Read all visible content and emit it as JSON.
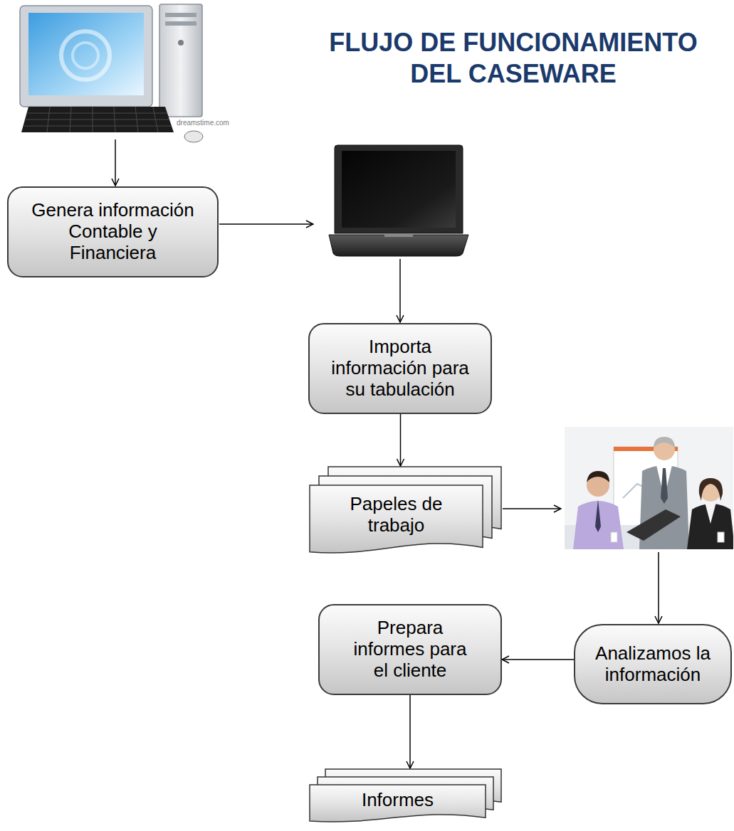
{
  "diagram": {
    "title": "FLUJO DE FUNCIONAMIENTO DEL CASEWARE",
    "nodes": [
      {
        "text": [
          "Genera información Contable y Financiera"
        ]
      },
      {
        "text": [
          "Importa información para su tabulación"
        ]
      },
      {
        "text": [
          "Papeles de trabajo"
        ]
      },
      {
        "text": [
          "Analizamos la información"
        ]
      },
      {
        "text": [
          "Prepara informes para el cliente"
        ]
      },
      {
        "text": [
          "Informes"
        ]
      }
    ],
    "edges": [
      {
        "from": 1,
        "to": 2,
        "arrow": "to"
      },
      {
        "from": 3,
        "to": 4,
        "arrow": "to"
      },
      {
        "from": 4,
        "to": 5,
        "arrow": "to"
      }
    ],
    "labels": [
      "dreamstime.com"
    ]
  }
}
